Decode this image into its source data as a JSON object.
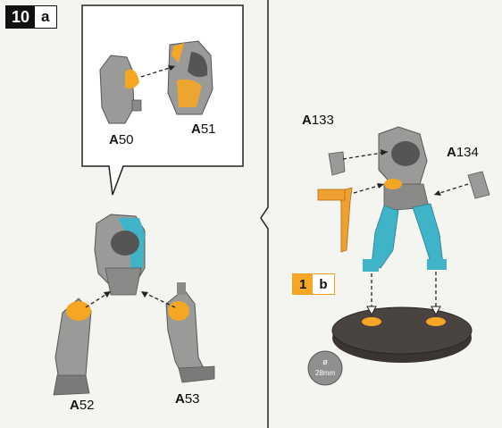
{
  "step": {
    "number": "10",
    "sub": "a"
  },
  "substep": {
    "number": "1",
    "sub": "b"
  },
  "parts": {
    "a50": {
      "prefix": "A",
      "num": "50"
    },
    "a51": {
      "prefix": "A",
      "num": "51"
    },
    "a52": {
      "prefix": "A",
      "num": "52"
    },
    "a53": {
      "prefix": "A",
      "num": "53"
    },
    "a133": {
      "prefix": "A",
      "num": "133"
    },
    "a134": {
      "prefix": "A",
      "num": "134"
    }
  },
  "base_badge": {
    "symbol": "ø",
    "size": "28mm"
  },
  "colors": {
    "highlight": "#f5a623",
    "armor_grey": "#9a9a98",
    "armor_cyan": "#3fb4c8",
    "base": "#3a3532",
    "background": "#f4f4f1"
  }
}
